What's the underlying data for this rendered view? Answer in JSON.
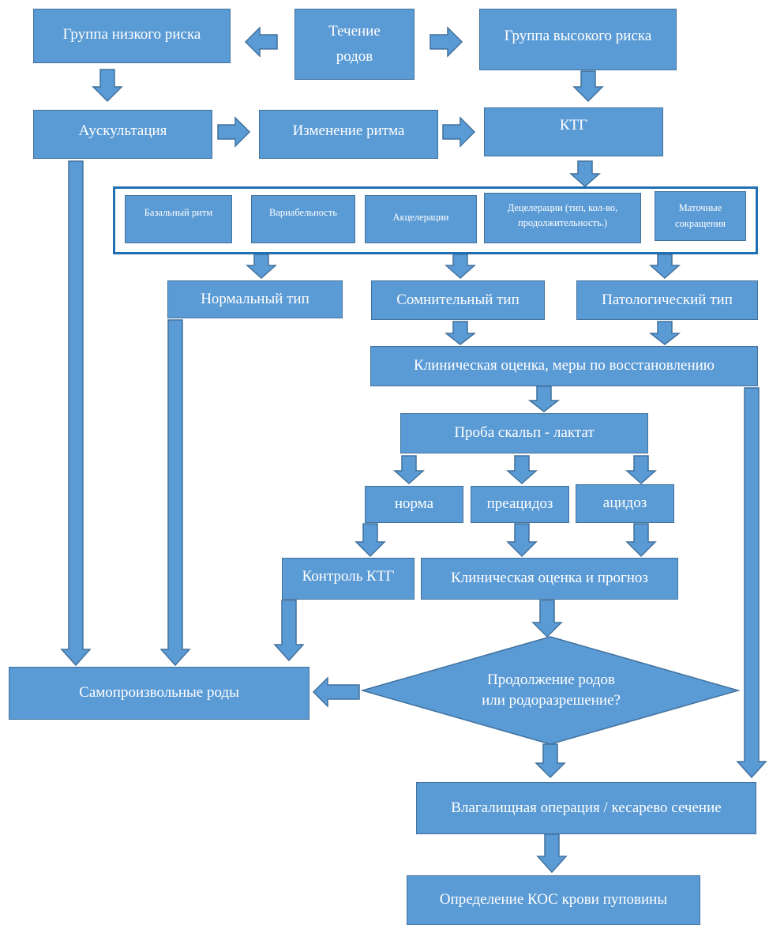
{
  "nodes": {
    "labor": "Течение\nродов",
    "low_risk": "Группа низкого риска",
    "high_risk": "Группа высокого риска",
    "auscultation": "Аускультация",
    "rhythm_change": "Изменение ритма",
    "ctg": "КТГ",
    "ctg_params": {
      "basal": "Базальный ритм",
      "variability": "Вариабельность",
      "accelerations": "Акцелерации",
      "decelerations": "Децелерации (тип, кол-во,\nпродолжительность.)",
      "contractions": "Маточные\nсокращения"
    },
    "normal": "Нормальный тип",
    "suspicious": "Сомнительный тип",
    "pathological": "Патологический тип",
    "clinical_eval": "Клиническая оценка, меры по восстановлению",
    "scalp_lactate": "Проба скальп - лактат",
    "norm": "норма",
    "preacidosis": "преацидоз",
    "acidosis": "ацидоз",
    "ctg_control": "Контроль КТГ",
    "clinical_prognosis": "Клиническая оценка и прогноз",
    "decision": "Продолжение родов\nили родоразрешение?",
    "spontaneous": "Самопроизвольные роды",
    "operative": "Влагалищная операция / кесарево сечение",
    "cord_blood": "Определение КОС крови пуповины"
  },
  "colors": {
    "fill": "#5b9bd5",
    "stroke": "#41719c",
    "frame": "#1f6fb2",
    "text": "#ffffff"
  }
}
